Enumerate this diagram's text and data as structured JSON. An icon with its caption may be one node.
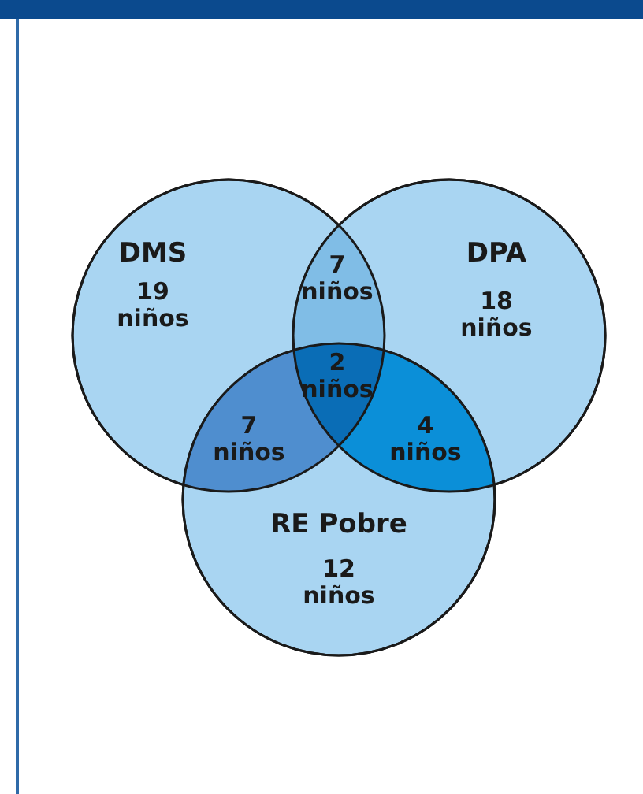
{
  "diagram": {
    "nodes": [
      {
        "text": [
          "DMS",
          "19 niños"
        ]
      },
      {
        "text": [
          "DPA",
          "18 niños"
        ]
      },
      {
        "text": [
          "RE Pobre",
          "12 niños"
        ]
      }
    ],
    "labels": [
      "7 niños",
      "2 niños",
      "7 niños",
      "4 niños"
    ]
  }
}
